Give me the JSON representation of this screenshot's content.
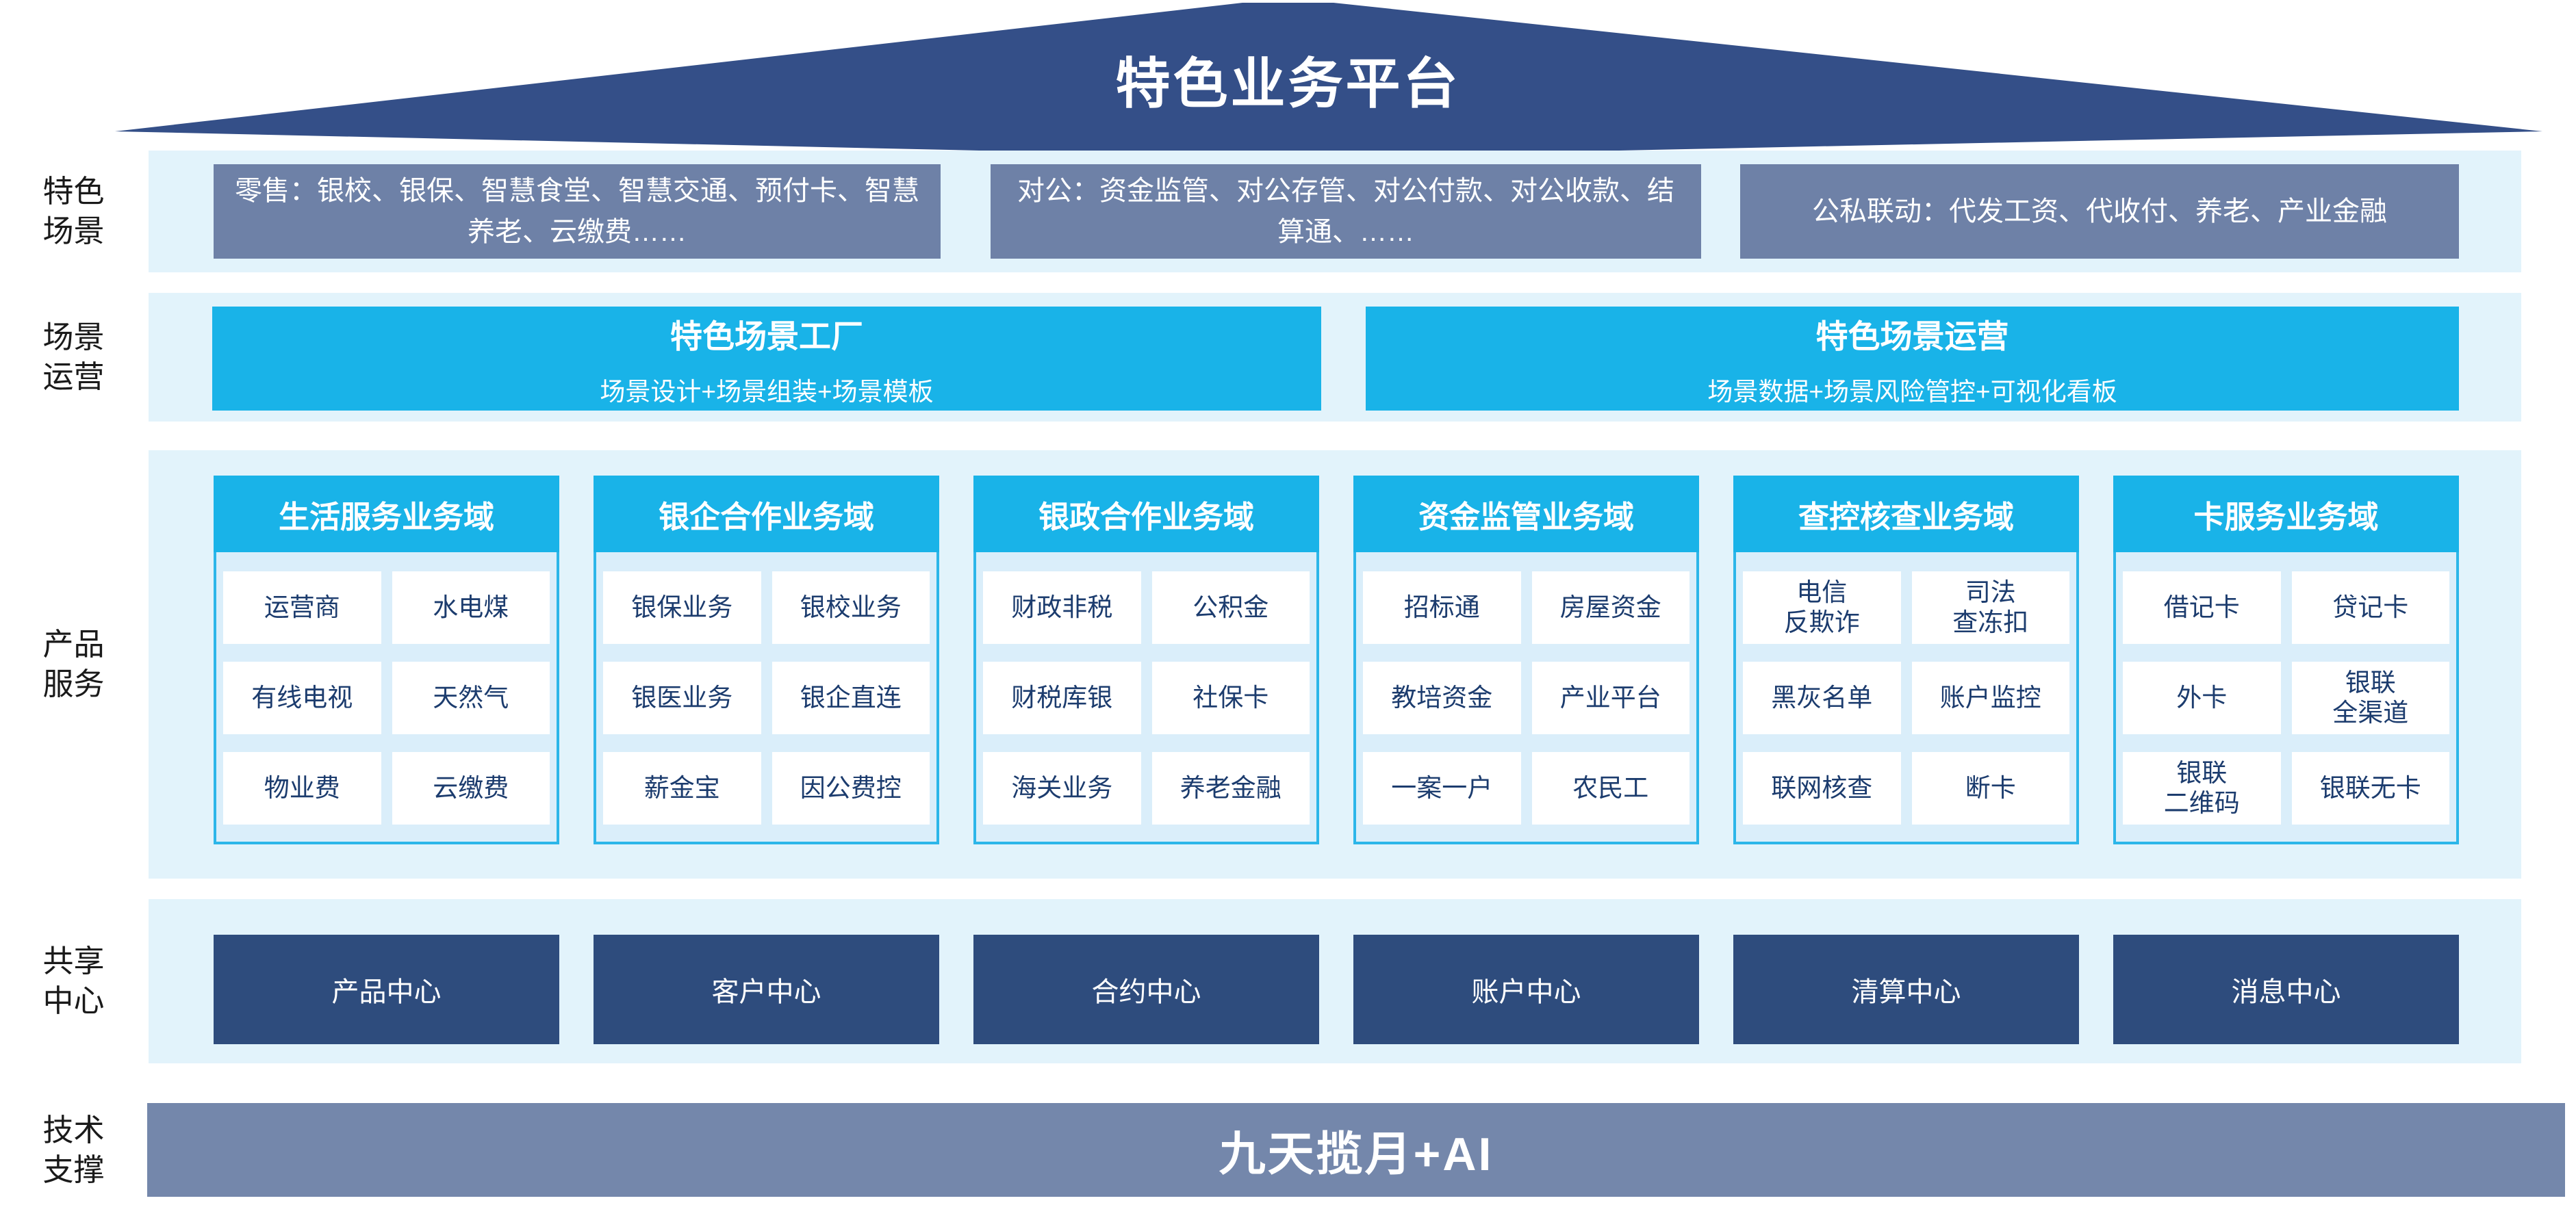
{
  "colors": {
    "roof_navy": "#344f88",
    "band_blue": "#e2f3fb",
    "box_gray": "#6e81a7",
    "cyan": "#19b3e8",
    "panel_blue": "#daeefa",
    "panel_border": "#2cb6e9",
    "cell_text": "#1c3c6e",
    "center_navy": "#2e4c7d",
    "bar_slate": "#7487ab",
    "label_black": "#1a1a1a"
  },
  "banner": {
    "title": "特色业务平台"
  },
  "sections": {
    "scene": {
      "label_lines": [
        "特色",
        "场景"
      ],
      "boxes": [
        "零售：银校、银保、智慧食堂、智慧交通、预付卡、智慧养老、云缴费……",
        "对公：资金监管、对公存管、对公付款、对公收款、结算通、……",
        "公私联动：代发工资、代收付、养老、产业金融"
      ]
    },
    "operation": {
      "label_lines": [
        "场景",
        "运营"
      ],
      "boxes": [
        {
          "title": "特色场景工厂",
          "subtitle": "场景设计+场景组装+场景模板"
        },
        {
          "title": "特色场景运营",
          "subtitle": "场景数据+场景风险管控+可视化看板"
        }
      ]
    },
    "products": {
      "label_lines": [
        "产品",
        "服务"
      ],
      "columns": [
        {
          "header": "生活服务业务域",
          "cells": [
            [
              "运营商"
            ],
            [
              "水电煤"
            ],
            [
              "有线电视"
            ],
            [
              "天然气"
            ],
            [
              "物业费"
            ],
            [
              "云缴费"
            ]
          ]
        },
        {
          "header": "银企合作业务域",
          "cells": [
            [
              "银保业务"
            ],
            [
              "银校业务"
            ],
            [
              "银医业务"
            ],
            [
              "银企直连"
            ],
            [
              "薪金宝"
            ],
            [
              "因公费控"
            ]
          ]
        },
        {
          "header": "银政合作业务域",
          "cells": [
            [
              "财政非税"
            ],
            [
              "公积金"
            ],
            [
              "财税库银"
            ],
            [
              "社保卡"
            ],
            [
              "海关业务"
            ],
            [
              "养老金融"
            ]
          ]
        },
        {
          "header": "资金监管业务域",
          "cells": [
            [
              "招标通"
            ],
            [
              "房屋资金"
            ],
            [
              "教培资金"
            ],
            [
              "产业平台"
            ],
            [
              "一案一户"
            ],
            [
              "农民工"
            ]
          ]
        },
        {
          "header": "查控核查业务域",
          "cells": [
            [
              "电信",
              "反欺诈"
            ],
            [
              "司法",
              "查冻扣"
            ],
            [
              "黑灰名单"
            ],
            [
              "账户监控"
            ],
            [
              "联网核查"
            ],
            [
              "断卡"
            ]
          ]
        },
        {
          "header": "卡服务业务域",
          "cells": [
            [
              "借记卡"
            ],
            [
              "贷记卡"
            ],
            [
              "外卡"
            ],
            [
              "银联",
              "全渠道"
            ],
            [
              "银联",
              "二维码"
            ],
            [
              "银联无卡"
            ]
          ]
        }
      ]
    },
    "share": {
      "label_lines": [
        "共享",
        "中心"
      ],
      "centers": [
        "产品中心",
        "客户中心",
        "合约中心",
        "账户中心",
        "清算中心",
        "消息中心"
      ]
    },
    "tech": {
      "label_lines": [
        "技术",
        "支撑"
      ],
      "bar": "九天揽月+AI"
    }
  }
}
